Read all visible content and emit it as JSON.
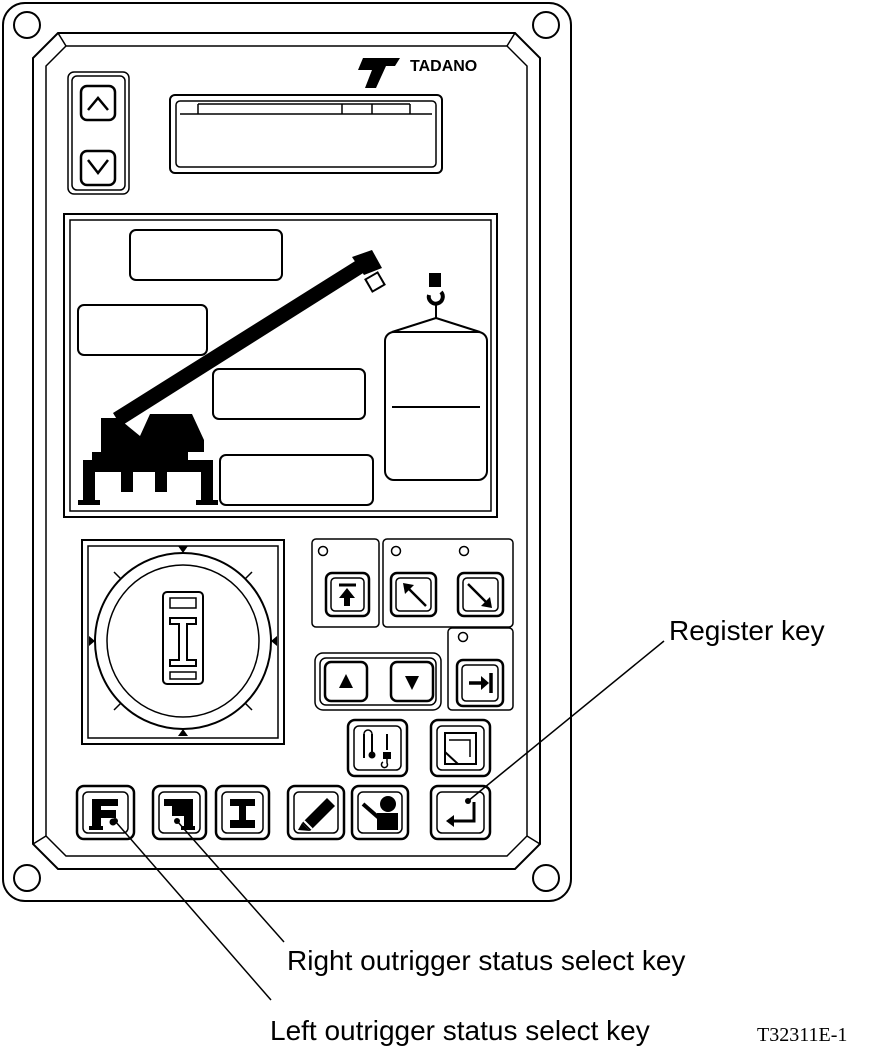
{
  "brand": {
    "name": "TADANO"
  },
  "callouts": {
    "register_key": "Register key",
    "right_outrigger_key": "Right outrigger status select key",
    "left_outrigger_key": "Left outrigger status select key"
  },
  "figure_code": "T32311E-1",
  "icons": {
    "up": "chevron-up-icon",
    "down": "chevron-down-icon",
    "jib": "jib-extend-icon",
    "boom_raise": "boom-raise-icon",
    "boom_lower": "boom-lower-icon",
    "tri_up": "triangle-up-icon",
    "tri_down": "triangle-down-icon",
    "arrow_bar": "arrow-to-bar-icon",
    "winch": "winch-hook-icon",
    "page": "page-icon",
    "left_outrigger": "left-outrigger-icon",
    "right_outrigger": "right-outrigger-icon",
    "outrigger_full": "outrigger-full-icon",
    "pencil": "pencil-icon",
    "operator": "operator-icon",
    "register": "register-enter-icon"
  }
}
